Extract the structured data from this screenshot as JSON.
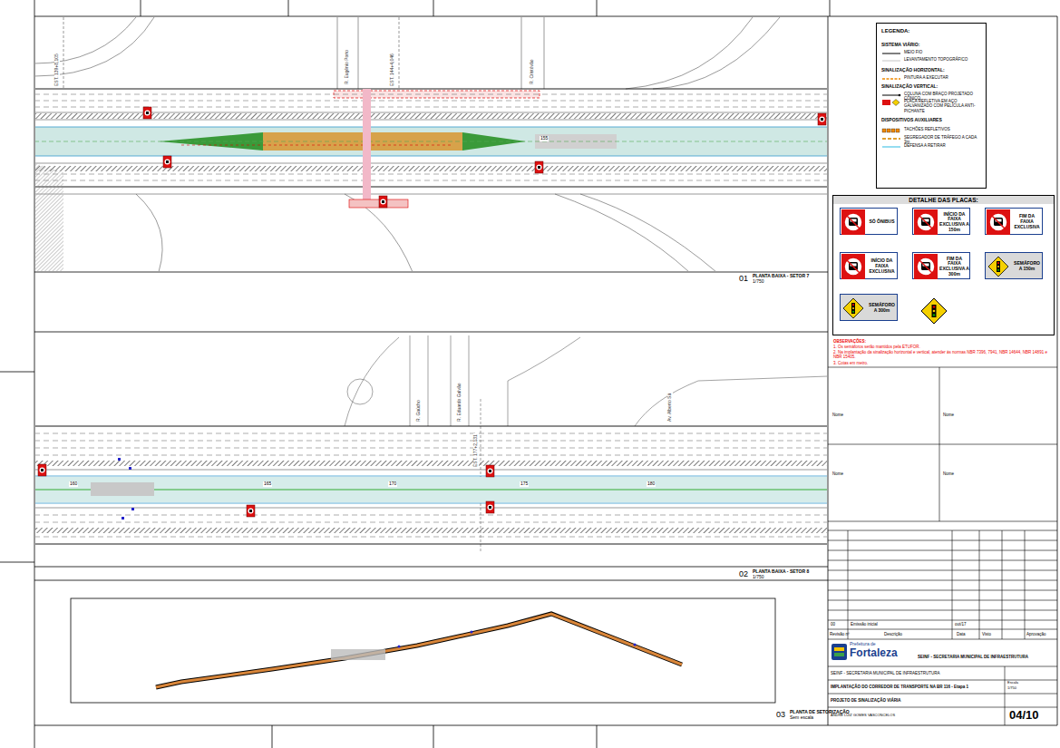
{
  "diagram": {
    "nodes": [
      {
        "text": [
          "LEGENDA:"
        ]
      },
      {
        "text": [
          "DETALHE DAS PLACAS:"
        ]
      },
      {
        "text": [
          "SÓ ÔNIBUS"
        ],
        "in": 1
      },
      {
        "text": [
          "INÍCIO DA FAIXA EXCLUSIVA A 150m"
        ],
        "in": 1
      },
      {
        "text": [
          "FIM DA FAIXA EXCLUSIVA"
        ],
        "in": 1
      },
      {
        "text": [
          "INÍCIO DA FAIXA EXCLUSIVA"
        ],
        "in": 1
      },
      {
        "text": [
          "FIM DA FAIXA EXCLUSIVA A 300m"
        ],
        "in": 1
      },
      {
        "text": [
          "SEMÁFORO A 150m"
        ],
        "in": 1
      },
      {
        "text": [
          "SEMÁFORO A 300m"
        ],
        "in": 1
      }
    ],
    "labels": [
      "SISTEMA VIÁRIO:",
      "SINALIZAÇÃO HORIZONTAL:",
      "SINALIZAÇÃO VERTICAL:",
      "DISPOSITIVOS AUXILIARES",
      "OBSERVAÇÕES:",
      "1. Os semáforos serão mantidos pela ETUFOR.",
      "2. Na implantação da sinalização horizontal e vertical, atender às normas NBR 7396, 7941, NBR 14644, NBR 14891 e NBR 15405.",
      "3. Cotas em metro.",
      "01",
      "PLANTA BAIXA - SETOR 7",
      "1/750",
      "02",
      "PLANTA BAIXA - SETOR 8",
      "1/750",
      "03",
      "PLANTA DE SETORIZAÇÃO",
      "Sem escala",
      "R. Eugênio Porto",
      "R. Cristóvão",
      "EST. 144+4,046",
      "EST. 139+8,105",
      "155",
      "160",
      "165",
      "170",
      "175",
      "180",
      "R. Gaúcho",
      "R. Eduardo Galvão",
      "EST. 177+2,131",
      "Av. Alberto Sá",
      "Nome",
      "Nome",
      "Nome",
      "Nome",
      "00",
      "Emissão inicial",
      "out/17",
      "Revisão nº",
      "Descrição",
      "Data",
      "Visto",
      "Aprovação",
      "Prefeitura de",
      "Fortaleza",
      "SEINF - SECRETARIA MUNICIPAL DE INFRAESTRUTURA",
      "SEINF - SECRETARIA MUNICIPAL DE INFRAESTRUTURA",
      "IMPLANTAÇÃO DO CORREDOR DE TRANSPORTE NA BR 116 - Etapa 1",
      "PROJETO DE SINALIZAÇÃO VIÁRIA",
      "ANDRÉ LUIZ GOMES VASCONCELOS",
      "Escala",
      "1/750",
      "04/10"
    ],
    "legend": [
      {
        "text": "MEIO FIO"
      },
      {
        "text": "LEVANTAMENTO TOPOGRÁFICO"
      },
      {
        "text": "PINTURA A EXECUTAR"
      },
      {
        "text": "COLUNA COM BRAÇO PROJETADO CÔNICO"
      },
      {
        "text": "PLACA REFLETIVA EM AÇO GALVANIZADO COM PELÍCULA ANTI-PICHANTE"
      },
      {
        "text": "TACHÕES REFLETIVOS"
      },
      {
        "text": "SEGREGADOR DE TRÁFEGO A CADA 3m"
      },
      {
        "text": "DEFENSA A RETIRAR"
      }
    ]
  }
}
